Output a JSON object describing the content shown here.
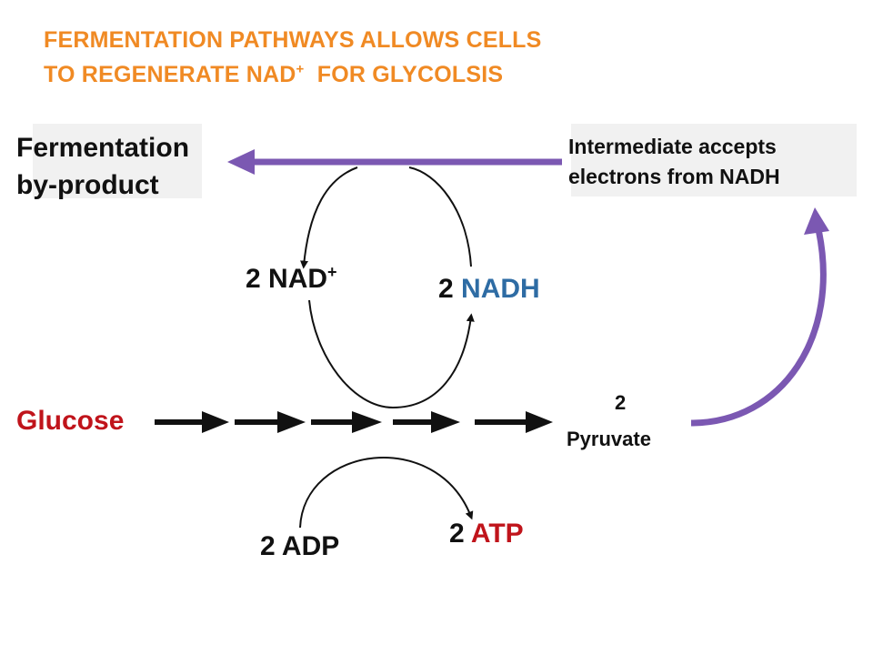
{
  "title": {
    "line1": "FERMENTATION PATHWAYS ALLOWS CELLS",
    "line2_pre": "TO REGENERATE NAD",
    "line2_sup": "+",
    "line2_post": "  FOR GLYCOLSIS"
  },
  "byproduct": {
    "line1": "Fermentation",
    "line2": "by-product"
  },
  "intermediate": {
    "line1": "Intermediate accepts",
    "line2": "electrons from NADH"
  },
  "nad": {
    "count": "2",
    "name": "NAD",
    "sup": "+"
  },
  "nadh": {
    "count": "2",
    "name": "NADH",
    "color": "#2E6CA4"
  },
  "glucose": {
    "label": "Glucose",
    "color": "#C0141B"
  },
  "pyruvate": {
    "count": "2",
    "label": "Pyruvate"
  },
  "adp": {
    "label": "2 ADP"
  },
  "atp": {
    "count": "2",
    "name": "ATP",
    "color": "#C0141B"
  },
  "colors": {
    "title": "#F08A24",
    "purple_arrow": "#7B58B2",
    "black": "#111111"
  },
  "icons": [
    "purple-arrow-left",
    "purple-arrow-up",
    "black-arrow",
    "cycle-arrow"
  ]
}
